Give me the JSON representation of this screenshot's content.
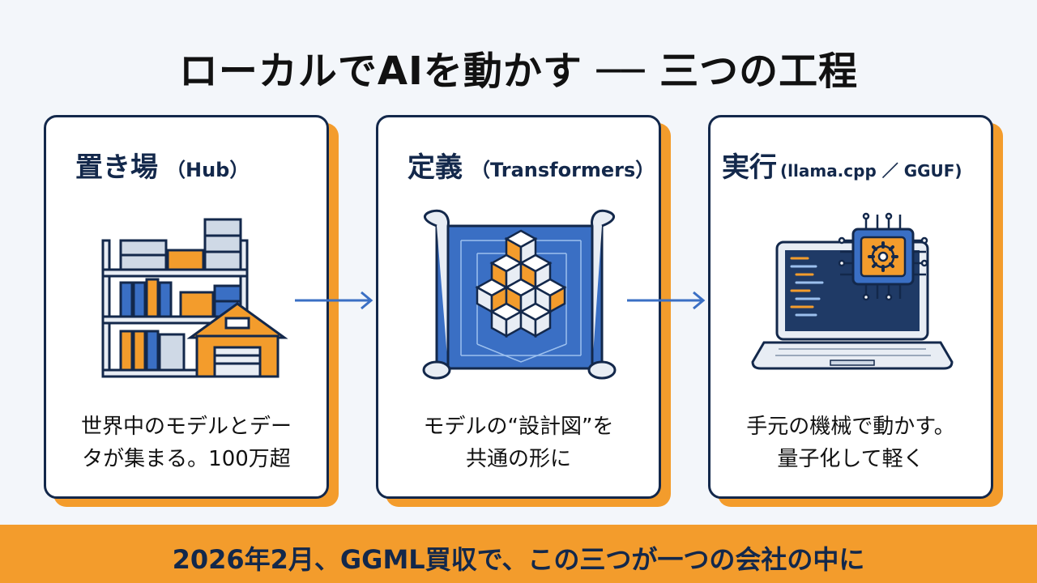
{
  "title": "ローカルでAIを動かす ── 三つの工程",
  "cards": [
    {
      "title": "置き場",
      "sub": "（Hub）",
      "icon": "warehouse-shelf-icon",
      "desc_line1": "世界中のモデルとデー",
      "desc_line2": "タが集まる。100万超"
    },
    {
      "title": "定義",
      "sub": "（Transformers）",
      "icon": "blueprint-cubes-icon",
      "desc_line1": "モデルの“設計図”を",
      "desc_line2": "共通の形に"
    },
    {
      "title": "実行",
      "sub": "(llama.cpp ／ GGUF)",
      "icon": "laptop-chip-icon",
      "desc_line1": "手元の機械で動かす。",
      "desc_line2": "量子化して軽く"
    }
  ],
  "footer": "2026年2月、GGML買収で、この三つが一つの会社の中に",
  "colors": {
    "navy": "#13284b",
    "orange": "#f39c2c",
    "blue": "#3a6fc4",
    "background": "#f3f6fa"
  }
}
